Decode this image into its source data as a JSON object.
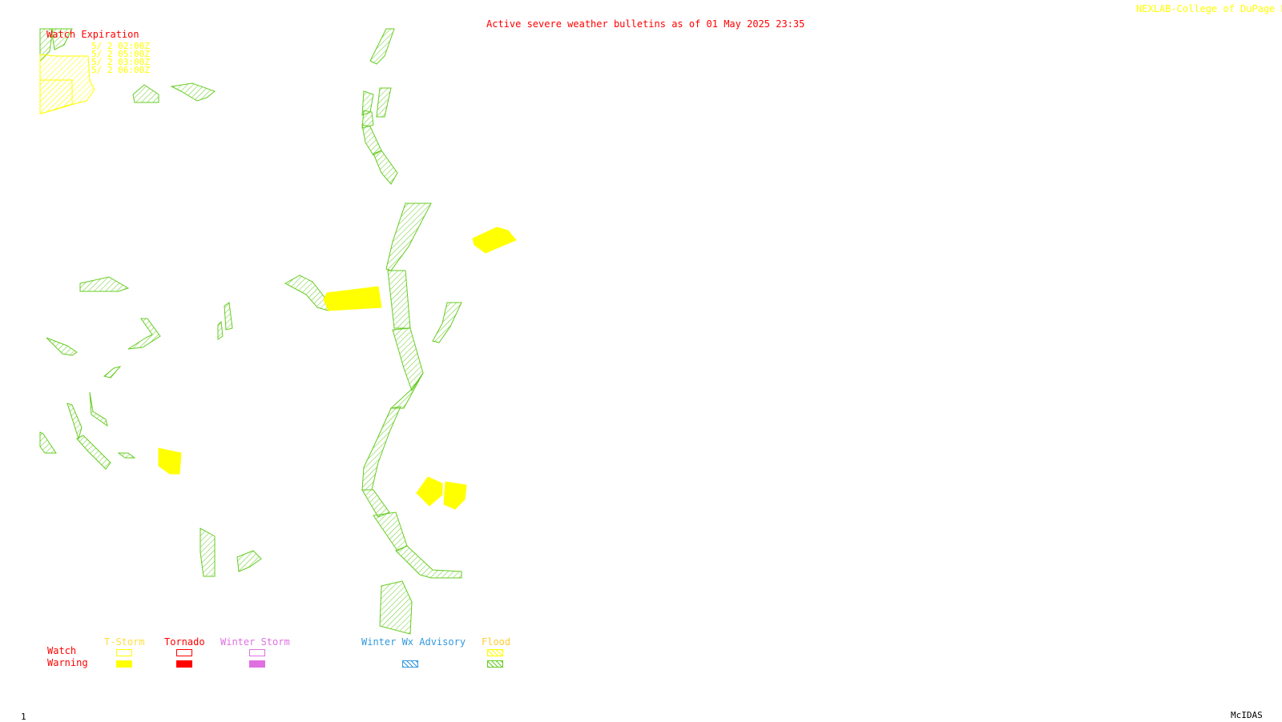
{
  "header": {
    "title": "Active severe weather bulletins as of 01 May 2025 23:35",
    "credit": "NEXLAB-College of DuPage",
    "credit_glyph": "R"
  },
  "watch_expiration": {
    "heading": "Watch Expiration",
    "entries": [
      "5/ 2 02:00Z",
      "5/ 2 05:00Z",
      "5/ 2 03:00Z",
      "5/ 2 06:00Z"
    ]
  },
  "legend": {
    "columns": {
      "tstorm": "T-Storm",
      "tornado": "Tornado",
      "winter_storm": "Winter Storm",
      "winter_wx": "Winter Wx Advisory",
      "flood": "Flood"
    },
    "rows": {
      "watch": "Watch",
      "warning": "Warning"
    }
  },
  "footer": {
    "frame": "1",
    "software": "McIDAS"
  },
  "colors": {
    "background": "#ffffff",
    "title": "#ff0000",
    "credit": "#ffff00",
    "tstorm": "#ffff00",
    "tornado": "#ff0000",
    "winter_storm": "#e070e0",
    "winter_wx": "#3399dd",
    "flood": "#66cc22",
    "legend_tstorm_label": "#ffdd44",
    "legend_flood_label": "#ffcc33"
  }
}
